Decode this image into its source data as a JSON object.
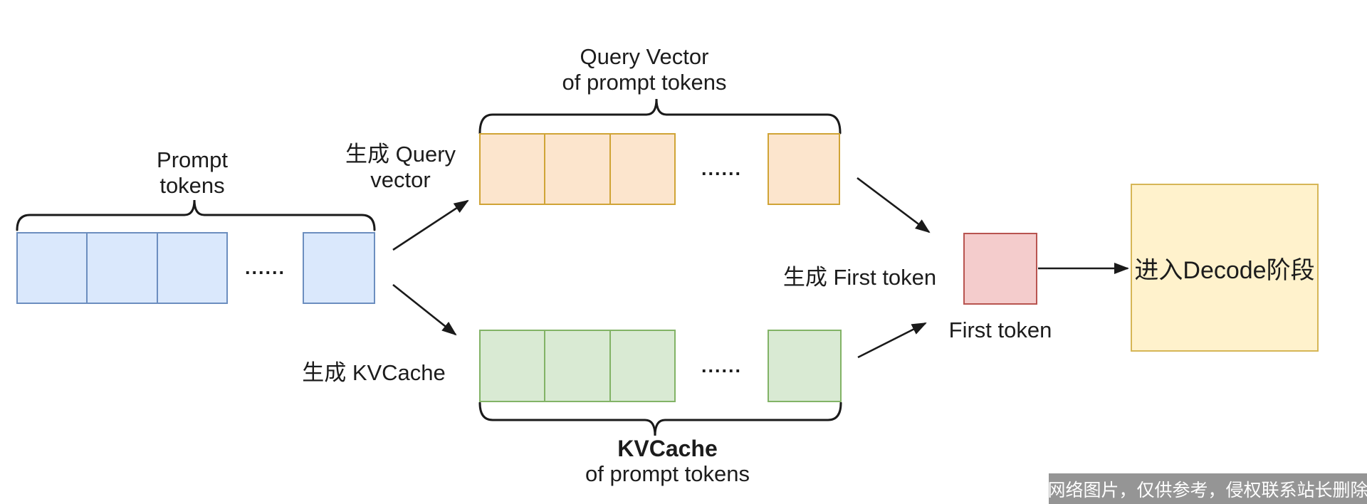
{
  "colors": {
    "blue_fill": "#dae8fc",
    "blue_stroke": "#6c8ebf",
    "orange_fill": "#fce5cd",
    "orange_stroke": "#d0a436",
    "green_fill": "#d9ead3",
    "green_stroke": "#82b366",
    "red_fill": "#f4cccc",
    "red_stroke": "#b85450",
    "yellow_fill": "#fff2cc",
    "yellow_stroke": "#d6b656",
    "connector": "#1a1a1a",
    "watermark_bg": "#868686",
    "watermark_text": "#ffffff"
  },
  "prompt_row": {
    "label_line1": "Prompt",
    "label_line2": "tokens",
    "ellipsis": "......"
  },
  "query_row": {
    "title_line1": "Query Vector",
    "title_line2": "of prompt tokens",
    "gen_label_line1": "生成 Query",
    "gen_label_line2": "vector",
    "ellipsis": "......"
  },
  "kvcache_row": {
    "title_line1": "KVCache",
    "title_line2": "of prompt tokens",
    "gen_label": "生成 KVCache",
    "ellipsis": "......"
  },
  "first_token": {
    "gen_label": "生成 First token",
    "box_label": "First token"
  },
  "decode": {
    "box_label": "进入Decode阶段"
  },
  "watermark": {
    "text": "网络图片，仅供参考，侵权联系站长删除"
  }
}
